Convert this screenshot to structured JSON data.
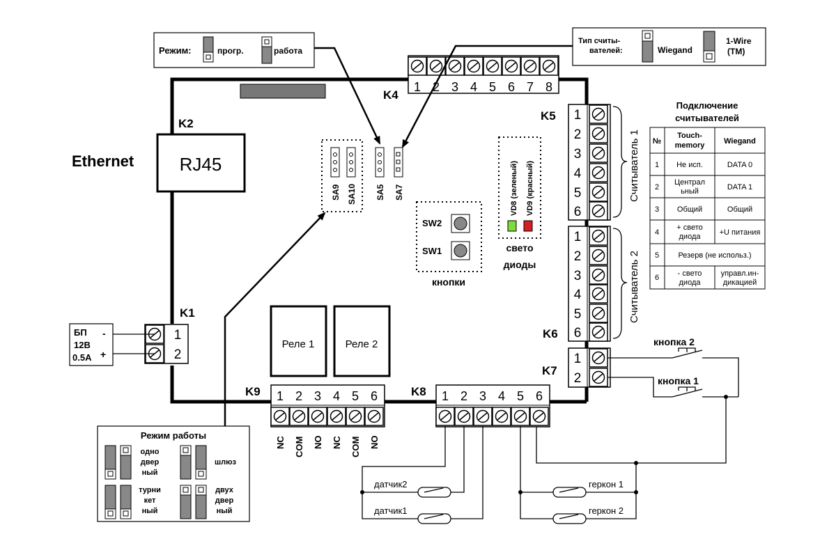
{
  "legend_mode": {
    "label": "Режим:",
    "prog": "прогр.",
    "work": "работа"
  },
  "legend_reader": {
    "line1": "Тип считы-",
    "line2": "вателей:",
    "wiegand": "Wiegand",
    "onewire1": "1-Wire",
    "onewire2": "(TM)"
  },
  "k4": {
    "name": "K4",
    "pins": [
      "1",
      "2",
      "3",
      "4",
      "5",
      "6",
      "7",
      "8"
    ]
  },
  "k2": {
    "name": "K2",
    "ethernet": "Ethernet",
    "rj45": "RJ45"
  },
  "k1": {
    "name": "K1",
    "pins": [
      "1",
      "2"
    ]
  },
  "psu": {
    "line1": "БП",
    "line2": "12В",
    "line3": "0.5А",
    "minus": "-",
    "plus": "+"
  },
  "jumpers": {
    "sa9": "SA9",
    "sa10": "SA10",
    "sa5": "SA5",
    "sa7": "SA7"
  },
  "buttons": {
    "sw2": "SW2",
    "sw1": "SW1",
    "caption": "кнопки"
  },
  "leds": {
    "vd8": "VD8 (зеленый)",
    "vd9": "VD9 (красный)",
    "caption1": "свето",
    "caption2": "диоды",
    "green": "#7ddc3c",
    "red": "#d42020"
  },
  "k5": {
    "name": "K5",
    "pins": [
      "1",
      "2",
      "3",
      "4",
      "5",
      "6"
    ],
    "group": "Считыватель 1"
  },
  "k6": {
    "name": "K6",
    "pins": [
      "1",
      "2",
      "3",
      "4",
      "5",
      "6"
    ],
    "group": "Считыватель 2"
  },
  "k7": {
    "name": "K7",
    "pins": [
      "1",
      "2"
    ]
  },
  "relays": {
    "r1": "Реле 1",
    "r2": "Реле 2"
  },
  "k9": {
    "name": "K9",
    "pins": [
      "1",
      "2",
      "3",
      "4",
      "5",
      "6"
    ],
    "labels": [
      "NC",
      "COM",
      "NO",
      "NC",
      "COM",
      "NO"
    ]
  },
  "k8": {
    "name": "K8",
    "pins": [
      "1",
      "2",
      "3",
      "4",
      "5",
      "6"
    ]
  },
  "external": {
    "button2": "кнопка 2",
    "button1": "кнопка 1",
    "sensor2": "датчик2",
    "sensor1": "датчик1",
    "reed1": "геркон 1",
    "reed2": "геркон 2"
  },
  "mode_box": {
    "title": "Режим работы",
    "one1": "одно",
    "one2": "двер",
    "one3": "ный",
    "gate": "шлюз",
    "turn1": "турни",
    "turn2": "кет",
    "turn3": "ный",
    "two1": "двух",
    "two2": "двер",
    "two3": "ный"
  },
  "table": {
    "title1": "Подключение",
    "title2": "считывателей",
    "h_no": "№",
    "h_tm1": "Touch-",
    "h_tm2": "memory",
    "h_wg": "Wiegand",
    "rows": [
      {
        "n": "1",
        "tm1": "Не исп.",
        "tm2": "",
        "wg1": "DATA 0",
        "wg2": ""
      },
      {
        "n": "2",
        "tm1": "Централ",
        "tm2": "ьный",
        "wg1": "DATA 1",
        "wg2": ""
      },
      {
        "n": "3",
        "tm1": "Общий",
        "tm2": "",
        "wg1": "Общий",
        "wg2": ""
      },
      {
        "n": "4",
        "tm1": "+ свето",
        "tm2": "диода",
        "wg1": "+U питания",
        "wg2": ""
      },
      {
        "n": "5",
        "span": "Резерв (не использ.)"
      },
      {
        "n": "6",
        "tm1": "- свето",
        "tm2": "диода",
        "wg1": "управл.ин-",
        "wg2": "дикацией"
      }
    ]
  }
}
